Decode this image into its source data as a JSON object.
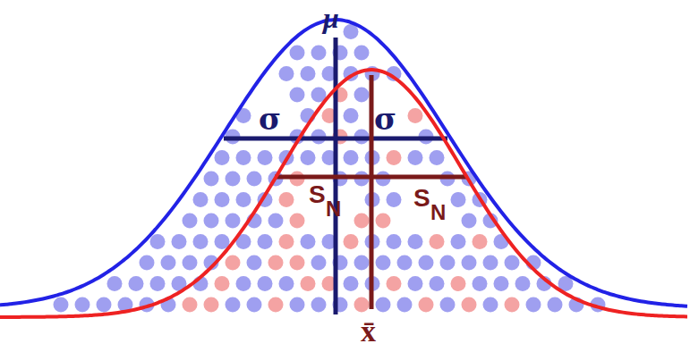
{
  "diagram": {
    "labels": [
      "μ",
      "σ",
      "σ",
      "S",
      "N",
      "S",
      "N",
      "x̄"
    ]
  }
}
